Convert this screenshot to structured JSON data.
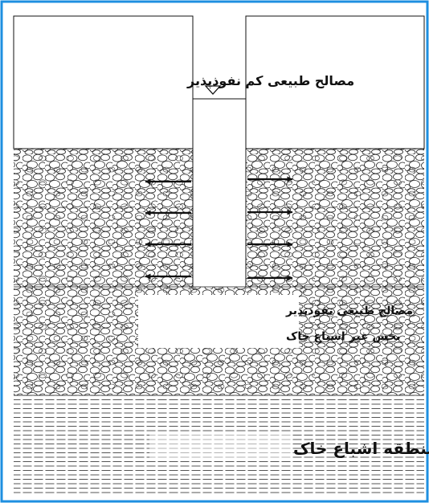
{
  "labels": {
    "low_permeability": "مصالح طبیعی کم نفوذپذیر",
    "permeable": "مصالح طبیعی نفوذپذیر",
    "unsaturated": "بخش غیر اشباع خاک",
    "saturated_zone": "منطقه اشباع خاک"
  },
  "icons": {
    "water_level": "water-level-triangle-icon",
    "arrow": "arrow-icon"
  },
  "colors": {
    "frame": "#1e8fe0",
    "line": "#111111",
    "pebble": "#222222",
    "background": "#ffffff"
  }
}
